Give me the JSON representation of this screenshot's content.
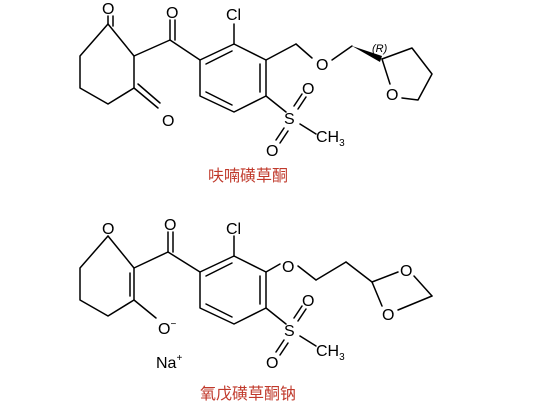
{
  "molecule1": {
    "atoms": {
      "O1": "O",
      "O2": "O",
      "O3": "O",
      "Cl": "Cl",
      "O_ether": "O",
      "O_ring": "O",
      "S": "S",
      "O_s1": "O",
      "O_s2": "O",
      "CH": "CH",
      "sub3": "3",
      "stereo": "(R)"
    },
    "caption": "呋喃磺草酮"
  },
  "molecule2": {
    "atoms": {
      "O1": "O",
      "O2": "O",
      "O3": "O",
      "minus": "−",
      "Cl": "Cl",
      "O_ether": "O",
      "O_diox1": "O",
      "O_diox2": "O",
      "S": "S",
      "O_s1": "O",
      "O_s2": "O",
      "CH": "CH",
      "sub3": "3"
    },
    "counterion": {
      "Na": "Na",
      "plus": "+"
    },
    "caption": "氧戊磺草酮钠"
  },
  "colors": {
    "caption": "#c0392b",
    "structure": "#000000"
  }
}
